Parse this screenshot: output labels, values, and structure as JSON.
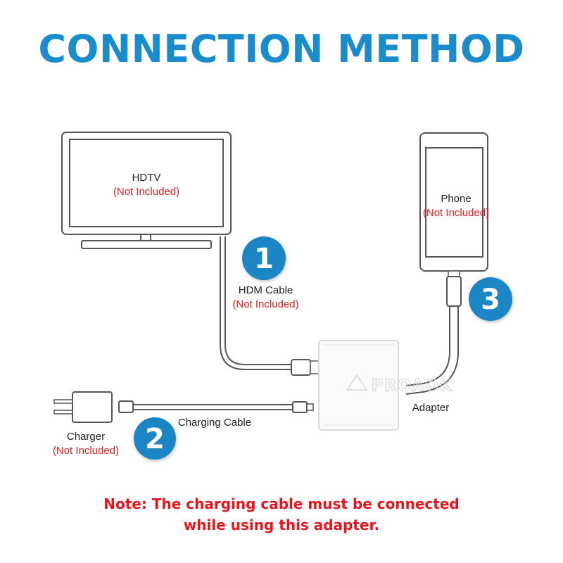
{
  "title": "CONNECTION METHOD",
  "devices": {
    "hdtv": {
      "label": "HDTV",
      "note": "(Not Included)"
    },
    "phone": {
      "label": "Phone",
      "note": "(Not Included)"
    },
    "charger": {
      "label": "Charger",
      "note": "(Not Included)"
    },
    "adapter": {
      "label": "Adapter"
    }
  },
  "cables": {
    "hdmi": {
      "label": "HDM Cable",
      "note": "(Not Included)"
    },
    "charging": {
      "label": "Charging Cable"
    }
  },
  "steps": [
    "1",
    "2",
    "3"
  ],
  "watermark": "PROAOK",
  "footnote": {
    "line1": "Note: The charging cable must be connected",
    "line2": "while using this adapter."
  },
  "colors": {
    "title": "#1a8ccc",
    "badge": "#1a86c4",
    "note": "#e8141c",
    "outline": "#555555"
  }
}
